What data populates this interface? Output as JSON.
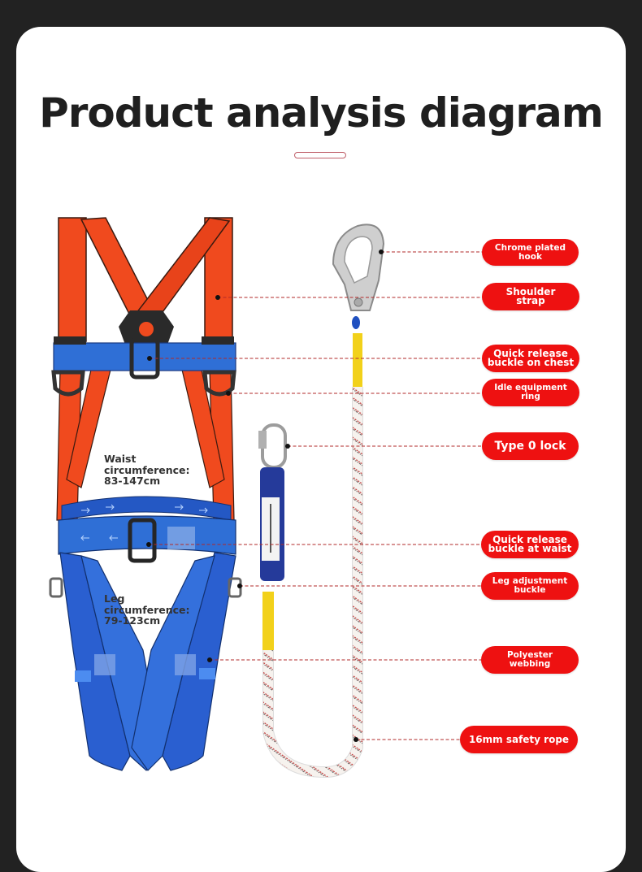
{
  "title": "Product analysis diagram",
  "accent_color": "#ee1111",
  "background_color": "#222222",
  "size_notes": {
    "waist": "Waist\ncircumference:\n83-147cm",
    "leg": "Leg\ncircumference:\n79-123cm"
  },
  "callouts": [
    {
      "id": "chrome-plated-hook",
      "label": "Chrome plated\nhook",
      "dot": [
        469,
        310
      ]
    },
    {
      "id": "shoulder-strap",
      "label": "Shoulder\nstrap",
      "dot": [
        268,
        366
      ]
    },
    {
      "id": "quick-release-chest",
      "label": "Quick release\nbuckle on chest",
      "dot": [
        184,
        441
      ]
    },
    {
      "id": "idle-equipment-ring",
      "label": "Idle equipment\nring",
      "dot": [
        281,
        484
      ]
    },
    {
      "id": "type-0-lock",
      "label": "Type 0 lock",
      "dot": [
        354,
        549
      ]
    },
    {
      "id": "quick-release-waist",
      "label": "Quick release\nbuckle at waist",
      "dot": [
        183,
        670
      ]
    },
    {
      "id": "leg-adjustment-buckle",
      "label": "Leg adjustment\nbuckle",
      "dot": [
        295,
        721
      ]
    },
    {
      "id": "polyester-webbing",
      "label": "Polyester\nwebbing",
      "dot": [
        258,
        812
      ]
    },
    {
      "id": "safety-rope",
      "label": "16mm safety rope",
      "dot": [
        438,
        910
      ]
    }
  ],
  "icons": {
    "harness": "safety-harness-illustration",
    "lanyard": "lanyard-with-hook-illustration"
  }
}
